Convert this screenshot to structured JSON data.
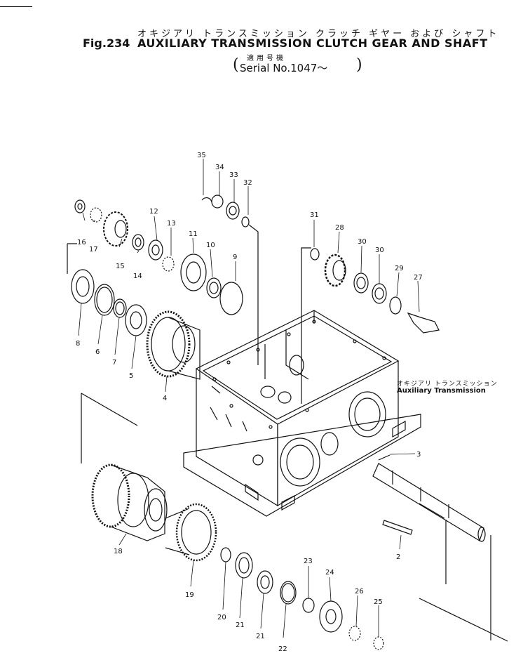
{
  "header": {
    "figure_number": "Fig.234",
    "title_japanese": "オキジアリ トランスミッション クラッチ ギヤー および シャフト",
    "title_english": "AUXILIARY TRANSMISSION CLUTCH GEAR AND SHAFT",
    "applicability_japanese": "適用号機",
    "serial_note": "Serial No.1047～"
  },
  "assembly_label": {
    "japanese": "オキジアリ トランスミッション",
    "english": "Auxiliary Transmission"
  },
  "callouts": [
    {
      "id": "c35",
      "text": "35"
    },
    {
      "id": "c34",
      "text": "34"
    },
    {
      "id": "c33",
      "text": "33"
    },
    {
      "id": "c32",
      "text": "32"
    },
    {
      "id": "c16",
      "text": "16"
    },
    {
      "id": "c17",
      "text": "17"
    },
    {
      "id": "c15",
      "text": "15"
    },
    {
      "id": "c14",
      "text": "14"
    },
    {
      "id": "c12",
      "text": "12"
    },
    {
      "id": "c13",
      "text": "13"
    },
    {
      "id": "c11",
      "text": "11"
    },
    {
      "id": "c10",
      "text": "10"
    },
    {
      "id": "c9",
      "text": "9"
    },
    {
      "id": "c31",
      "text": "31"
    },
    {
      "id": "c28",
      "text": "28"
    },
    {
      "id": "c30a",
      "text": "30"
    },
    {
      "id": "c30b",
      "text": "30"
    },
    {
      "id": "c29",
      "text": "29"
    },
    {
      "id": "c27",
      "text": "27"
    },
    {
      "id": "c8",
      "text": "8"
    },
    {
      "id": "c6",
      "text": "6"
    },
    {
      "id": "c7",
      "text": "7"
    },
    {
      "id": "c5",
      "text": "5"
    },
    {
      "id": "c4",
      "text": "4"
    },
    {
      "id": "c3",
      "text": "3"
    },
    {
      "id": "c2",
      "text": "2"
    },
    {
      "id": "c18",
      "text": "18"
    },
    {
      "id": "c19",
      "text": "19"
    },
    {
      "id": "c20",
      "text": "20"
    },
    {
      "id": "c21a",
      "text": "21"
    },
    {
      "id": "c21b",
      "text": "21"
    },
    {
      "id": "c22",
      "text": "22"
    },
    {
      "id": "c23",
      "text": "23"
    },
    {
      "id": "c24",
      "text": "24"
    },
    {
      "id": "c26",
      "text": "26"
    },
    {
      "id": "c25",
      "text": "25"
    }
  ]
}
